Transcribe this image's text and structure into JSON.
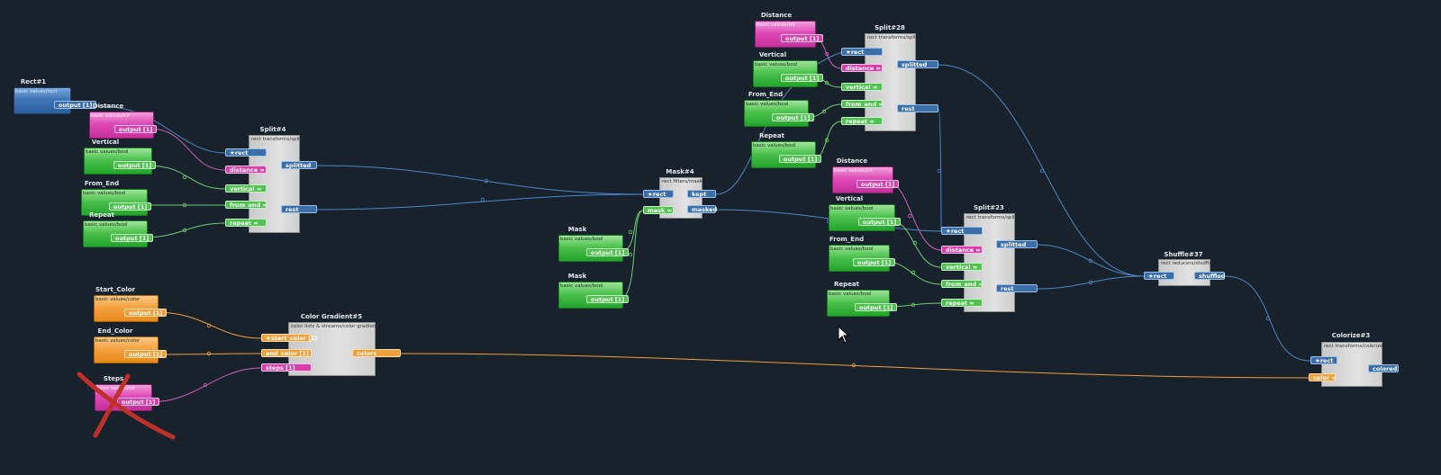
{
  "nodes": {
    "rect1": {
      "title": "Rect#1",
      "sub": "basic values/rect",
      "out": "output [1]"
    },
    "dist1": {
      "title": "Distance",
      "sub": "basic values/int",
      "out": "output [1]"
    },
    "vert1": {
      "title": "Vertical",
      "sub": "basic values/bool",
      "out": "output [1]"
    },
    "fromend1": {
      "title": "From_End",
      "sub": "basic values/bool",
      "out": "output [1]"
    },
    "repeat1": {
      "title": "Repeat",
      "sub": "basic values/bool",
      "out": "output [1]"
    },
    "split4": {
      "title": "Split#4",
      "sub": "rect transforms/split",
      "inputs": [
        "★rect",
        "distance ∞",
        "vertical ∞",
        "from_end ∞",
        "repeat ∞"
      ],
      "outputs": [
        "splitted",
        "rest"
      ]
    },
    "startc": {
      "title": "Start_Color",
      "sub": "basic values/color",
      "out": "output [1]"
    },
    "endc": {
      "title": "End_Color",
      "sub": "basic values/color",
      "out": "output [1]"
    },
    "steps": {
      "title": "Steps",
      "sub": "basic values/int",
      "out": "output [1]"
    },
    "cgrad": {
      "title": "Color Gradient#5",
      "sub": "color lists & streams/color gradient",
      "inputs": [
        "★start_color [1]",
        "end_color [1]",
        "steps [1]"
      ],
      "outputs": [
        "colors"
      ]
    },
    "mask1": {
      "title": "Mask",
      "sub": "basic values/bool",
      "out": "output [1]"
    },
    "mask2": {
      "title": "Mask",
      "sub": "basic values/bool",
      "out": "output [1]"
    },
    "mask4": {
      "title": "Mask#4",
      "sub": "rect filters/mask",
      "inputs": [
        "★rect",
        "mask ∞"
      ],
      "outputs": [
        "kept",
        "masked"
      ]
    },
    "dist28": {
      "title": "Distance",
      "sub": "basic values/int",
      "out": "output [1]"
    },
    "vert28": {
      "title": "Vertical",
      "sub": "basic values/bool",
      "out": "output [1]"
    },
    "fromend28": {
      "title": "From_End",
      "sub": "basic values/bool",
      "out": "output [1]"
    },
    "repeat28": {
      "title": "Repeat",
      "sub": "basic values/bool",
      "out": "output [1]"
    },
    "split28": {
      "title": "Split#28",
      "sub": "rect transforms/split",
      "inputs": [
        "★rect",
        "distance ∞",
        "vertical ∞",
        "from_end ∞",
        "repeat ∞"
      ],
      "outputs": [
        "splitted",
        "rest"
      ]
    },
    "dist23": {
      "title": "Distance",
      "sub": "basic values/int",
      "out": "output [1]"
    },
    "vert23": {
      "title": "Vertical",
      "sub": "basic values/bool",
      "out": "output [1]"
    },
    "fromend23": {
      "title": "From_End",
      "sub": "basic values/bool",
      "out": "output [1]"
    },
    "repeat23": {
      "title": "Repeat",
      "sub": "basic values/bool",
      "out": "output [1]"
    },
    "split23": {
      "title": "Split#23",
      "sub": "rect transforms/split",
      "inputs": [
        "★rect",
        "distance ∞",
        "vertical ∞",
        "from_end ∞",
        "repeat ∞"
      ],
      "outputs": [
        "splitted",
        "rest"
      ]
    },
    "shuffle": {
      "title": "Shuffle#37",
      "sub": "rect reducers/shuffle",
      "inputs": [
        "★rect"
      ],
      "outputs": [
        "shuffled"
      ]
    },
    "colorize": {
      "title": "Colorize#3",
      "sub": "rect transforms/colorize",
      "inputs": [
        "★rect",
        "color ∞"
      ],
      "outputs": [
        "colored"
      ]
    }
  },
  "colors": {
    "background": "#18222d",
    "blue_wire": "#4f86c0",
    "green_wire": "#6fcf6f",
    "pink_wire": "#d060b8",
    "orange_wire": "#f0a040",
    "cross": "#c0302a"
  }
}
